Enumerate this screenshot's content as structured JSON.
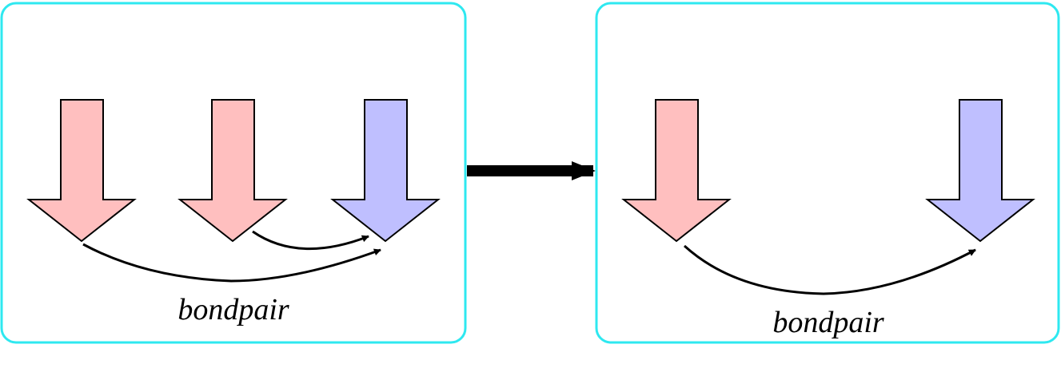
{
  "colors": {
    "panel_border": "#2ee8f0",
    "arrow_pink": "#ffbfbf",
    "arrow_blue": "#bfbfff",
    "line": "#000000"
  },
  "left_panel": {
    "label": "bondpair",
    "arrows": [
      {
        "name": "down-arrow-pink-1",
        "color": "pink"
      },
      {
        "name": "down-arrow-pink-2",
        "color": "pink"
      },
      {
        "name": "down-arrow-blue",
        "color": "blue"
      }
    ]
  },
  "transition": {
    "icon": "right-arrow-icon"
  },
  "right_panel": {
    "label": "bondpair",
    "arrows": [
      {
        "name": "down-arrow-pink",
        "color": "pink"
      },
      {
        "name": "down-arrow-blue",
        "color": "blue"
      }
    ]
  }
}
